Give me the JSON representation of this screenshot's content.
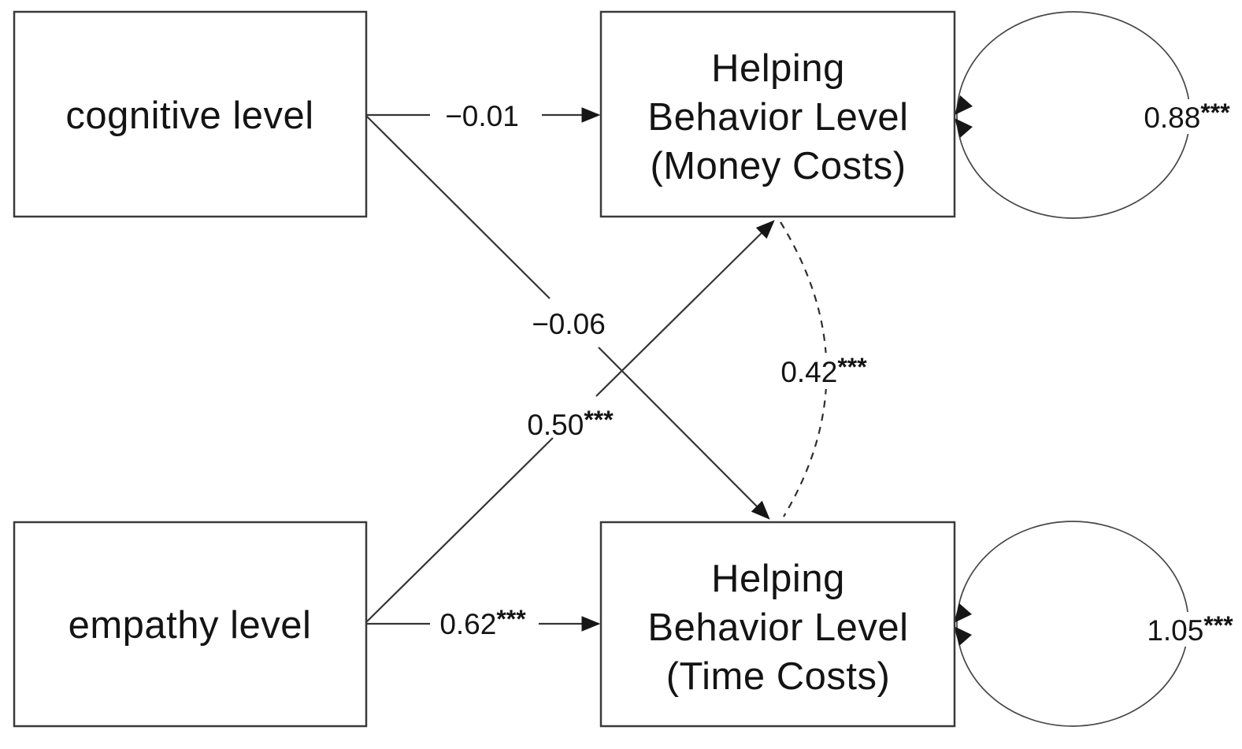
{
  "diagram": {
    "type": "sem-path-diagram",
    "colors": {
      "background": "#ffffff",
      "line": "#353535",
      "text": "#141414"
    },
    "boxes": {
      "cognitive": {
        "label": "cognitive level"
      },
      "empathy": {
        "label": "empathy level"
      },
      "money": {
        "lines": [
          "Helping",
          "Behavior Level",
          "(Money Costs)"
        ]
      },
      "time": {
        "lines": [
          "Helping",
          "Behavior Level",
          "(Time Costs)"
        ]
      }
    },
    "paths": {
      "cog_money": {
        "from": "cognitive level",
        "to": "Helping Behavior Level (Money Costs)",
        "value": "−0.01",
        "stars": "",
        "style": "solid-arrow"
      },
      "cog_time": {
        "from": "cognitive level",
        "to": "Helping Behavior Level (Time Costs)",
        "value": "−0.06",
        "stars": "",
        "style": "solid-arrow"
      },
      "emp_money": {
        "from": "empathy level",
        "to": "Helping Behavior Level (Money Costs)",
        "value": "0.50",
        "stars": "***",
        "style": "solid-arrow"
      },
      "emp_time": {
        "from": "empathy level",
        "to": "Helping Behavior Level (Time Costs)",
        "value": "0.62",
        "stars": "***",
        "style": "solid-arrow"
      },
      "covariance": {
        "from": "Helping Behavior Level (Money Costs)",
        "to": "Helping Behavior Level (Time Costs)",
        "value": "0.42",
        "stars": "***",
        "style": "dashed-curve"
      }
    },
    "error_terms": {
      "money": {
        "attached_to": "Helping Behavior Level (Money Costs)",
        "value": "0.88",
        "stars": "***"
      },
      "time": {
        "attached_to": "Helping Behavior Level (Time Costs)",
        "value": "1.05",
        "stars": "***"
      }
    }
  }
}
